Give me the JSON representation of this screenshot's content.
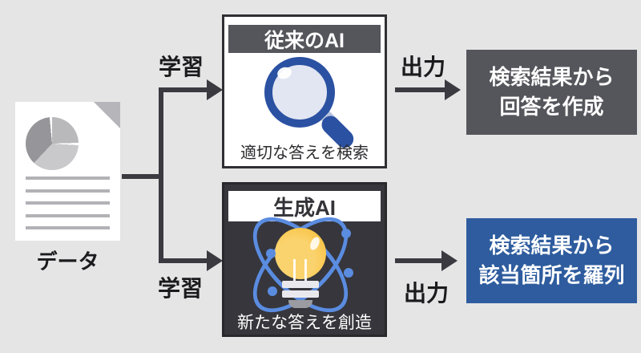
{
  "palette": {
    "background": "#e5e5e6",
    "line_dark": "#3a3a40",
    "panel_dark": "#36363c",
    "gray_fill": "#55555c",
    "blue_fill": "#2e5c9e",
    "magnifier_blue": "#2b51a2",
    "orbit_blue": "#5a8ce0",
    "bulb_yellow": "#f8c64b",
    "doc_gray": "#b6b6ba"
  },
  "source": {
    "label": "データ",
    "icon": "document-pie-chart-icon"
  },
  "edges": {
    "learn_top_label": "学習",
    "learn_bottom_label": "学習",
    "output_top_label": "出力",
    "output_bottom_label": "出力"
  },
  "traditional_ai": {
    "title": "従来のAI",
    "icon": "magnifier-icon",
    "caption": "適切な答えを検索",
    "result_line1": "検索結果から",
    "result_line2": "回答を作成"
  },
  "generative_ai": {
    "title": "生成AI",
    "icon": "lightbulb-atom-icon",
    "caption": "新たな答えを創造",
    "result_line1": "検索結果から",
    "result_line2": "該当箇所を羅列"
  }
}
